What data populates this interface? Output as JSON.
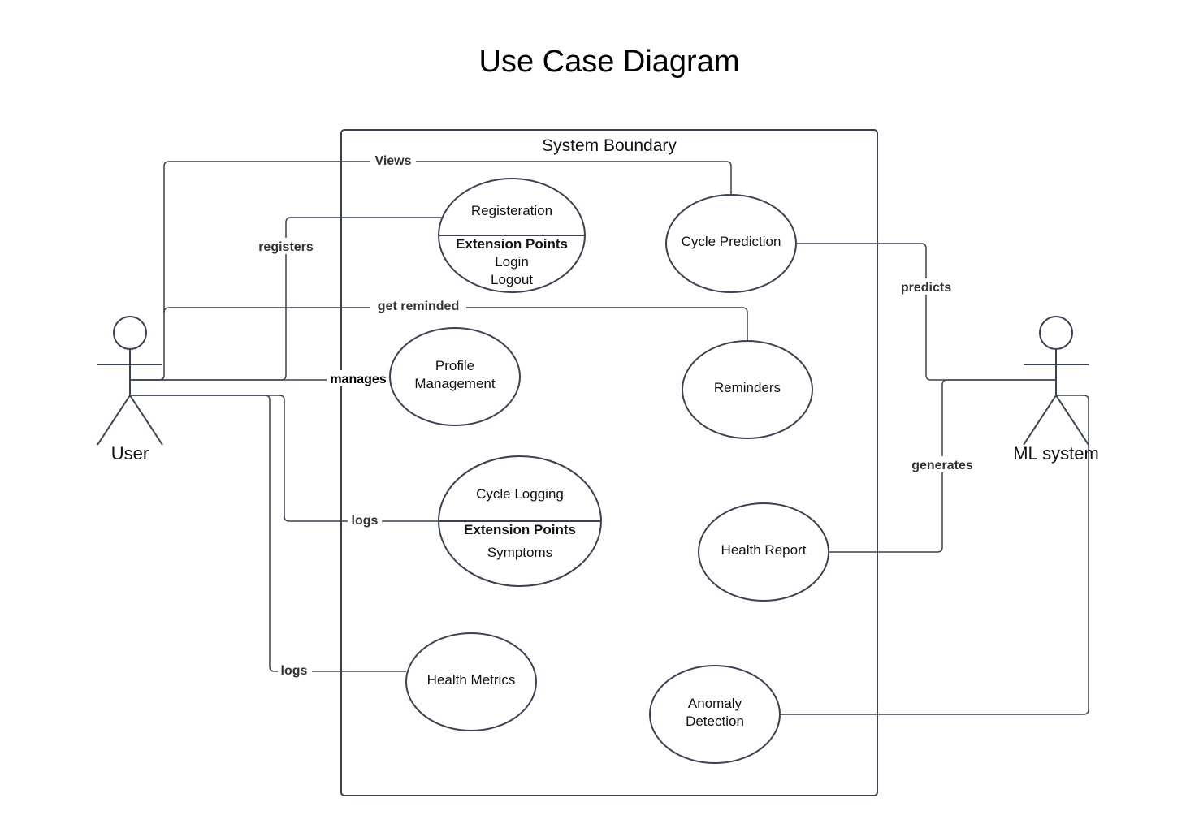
{
  "title": "Use Case Diagram",
  "boundary": {
    "label": "System Boundary"
  },
  "actors": {
    "user": "User",
    "ml_system": "ML system"
  },
  "use_cases": {
    "registration": {
      "name": "Registeration",
      "ext_header": "Extension Points",
      "ext_points": [
        "Login",
        "Logout"
      ]
    },
    "cycle_prediction": {
      "name": "Cycle Prediction"
    },
    "profile_management": {
      "lines": [
        "Profile",
        "Management"
      ]
    },
    "reminders": {
      "name": "Reminders"
    },
    "cycle_logging": {
      "name": "Cycle Logging",
      "ext_header": "Extension Points",
      "ext_points": [
        "Symptoms"
      ]
    },
    "health_report": {
      "name": "Health Report"
    },
    "health_metrics": {
      "name": "Health Metrics"
    },
    "anomaly_detection": {
      "lines": [
        "Anomaly",
        "Detection"
      ]
    }
  },
  "edge_labels": {
    "views": "Views",
    "registers": "registers",
    "get_reminded": "get reminded",
    "manages": "manages",
    "logs_cycle": "logs",
    "logs_metrics": "logs",
    "predicts": "predicts",
    "generates": "generates"
  },
  "colors": {
    "stroke": "#3a4150",
    "text": "#111111",
    "background": "#ffffff"
  }
}
